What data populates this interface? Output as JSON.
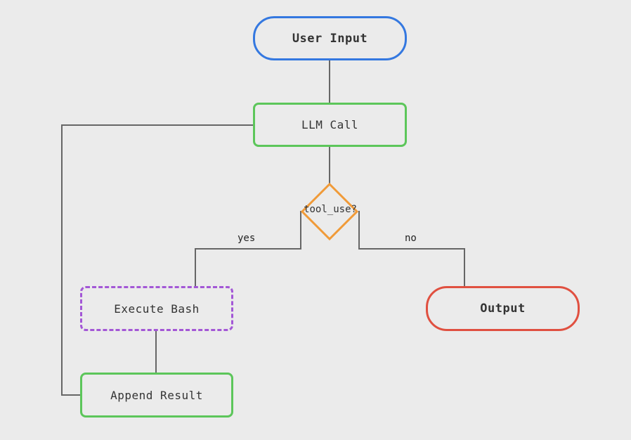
{
  "colors": {
    "background": "#ebebeb",
    "connector": "#666666",
    "start_border": "#3478e0",
    "process_border": "#5cc65a",
    "decision_border": "#f09a38",
    "action_border": "#a357d6",
    "end_border": "#e05040"
  },
  "nodes": {
    "user_input": "User Input",
    "llm_call": "LLM Call",
    "decision": "tool_use?",
    "execute_bash": "Execute Bash",
    "append_result": "Append Result",
    "output": "Output"
  },
  "edges": {
    "yes_label": "yes",
    "no_label": "no"
  }
}
